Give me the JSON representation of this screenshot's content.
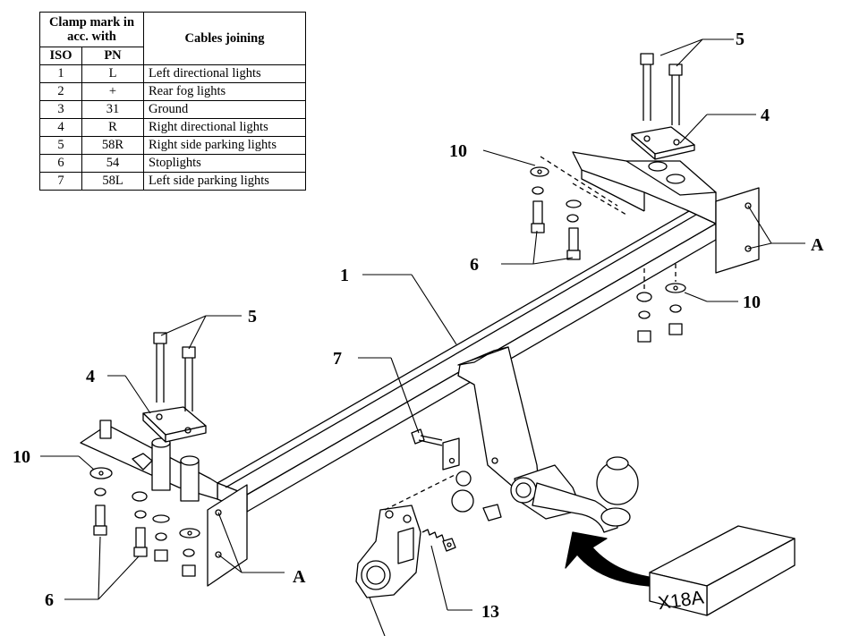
{
  "table": {
    "header": {
      "clamp_mark": "Clamp mark in acc. with",
      "cables": "Cables joining",
      "iso": "ISO",
      "pn": "PN"
    },
    "rows": [
      {
        "iso": "1",
        "pn": "L",
        "desc": "Left directional lights"
      },
      {
        "iso": "2",
        "pn": "+",
        "desc": "Rear fog lights"
      },
      {
        "iso": "3",
        "pn": "31",
        "desc": "Ground"
      },
      {
        "iso": "4",
        "pn": "R",
        "desc": "Right directional lights"
      },
      {
        "iso": "5",
        "pn": "58R",
        "desc": "Right side parking lights"
      },
      {
        "iso": "6",
        "pn": "54",
        "desc": "Stoplights"
      },
      {
        "iso": "7",
        "pn": "58L",
        "desc": "Left side parking lights"
      }
    ]
  },
  "callouts": {
    "bolt_right": "5",
    "plate_right": "4",
    "washer_right_top": "10",
    "bolts_right": "6",
    "mount_right": "A",
    "washer_right": "10",
    "crossbar": "1",
    "bolt_left": "5",
    "bracket": "7",
    "plate_left": "4",
    "washer_left": "10",
    "mount_left": "A",
    "bolts_left": "6",
    "socket": "13"
  },
  "model_box": "X18A"
}
